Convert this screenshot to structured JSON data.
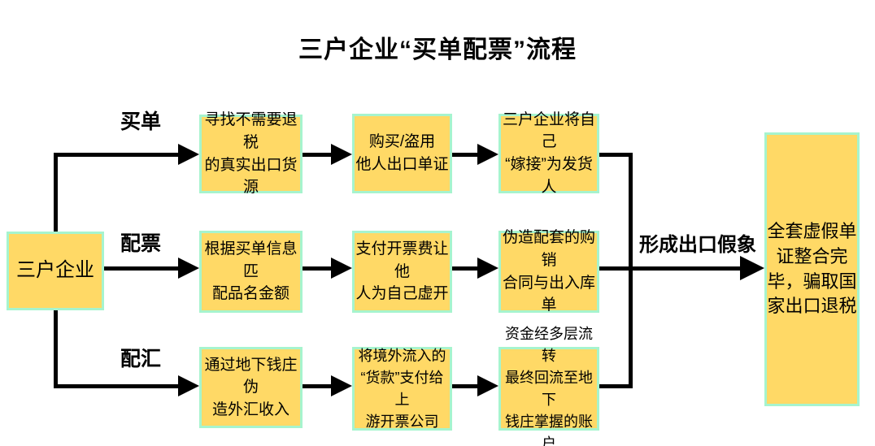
{
  "title": "三户企业“买单配票”流程",
  "start": {
    "label": "三户企业"
  },
  "branches": [
    {
      "label": "买单",
      "steps": [
        "寻找不需要退税\n的真实出口货源",
        "购买/盗用\n他人出口单证",
        "三户企业将自己\n“嫁接”为发货人"
      ]
    },
    {
      "label": "配票",
      "steps": [
        "根据买单信息匹\n配品名金额",
        "支付开票费让他\n人为自己虚开",
        "伪造配套的购销\n合同与出入库单"
      ]
    },
    {
      "label": "配汇",
      "steps": [
        "通过地下钱庄伪\n造外汇收入",
        "将境外流入的\n“货款”支付给上\n游开票公司",
        "资金经多层流转\n最终回流至地下\n钱庄掌握的账户"
      ]
    }
  ],
  "merge_label": "形成出口假象",
  "result": {
    "label": "全套虚假单\n证整合完\n毕，骗取国\n家出口退税"
  },
  "colors": {
    "box_fill": "#FFD966",
    "box_border": "#A6F4CE",
    "line": "#000000",
    "text": "#000000",
    "background": "#FFFFFF"
  }
}
